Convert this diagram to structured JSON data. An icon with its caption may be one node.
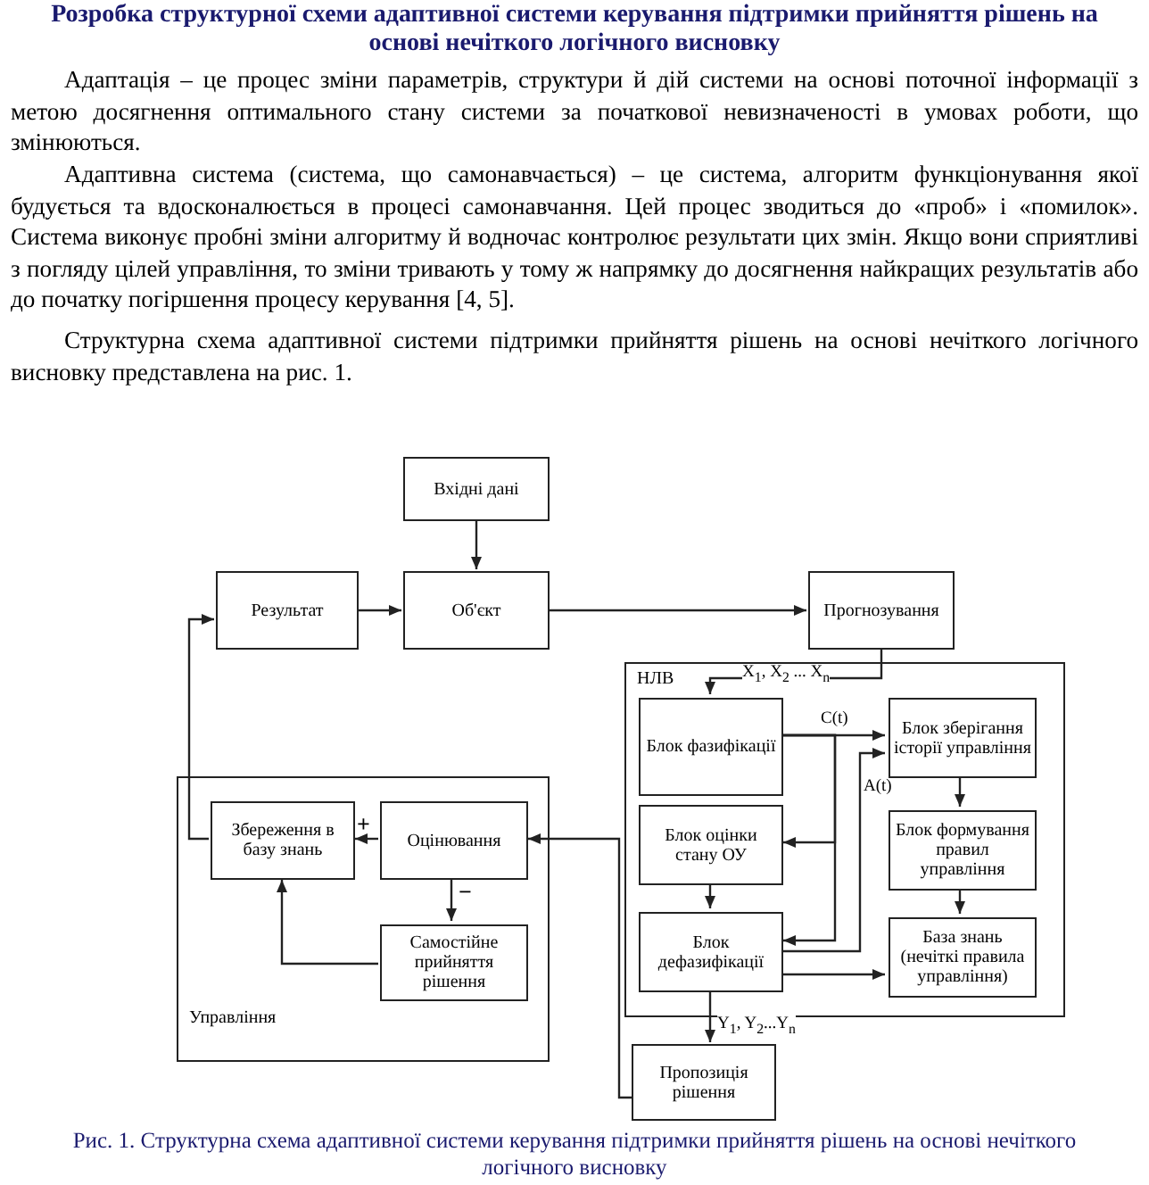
{
  "diagram": {
    "title": "Розробка структурної схеми адаптивної системи керування підтримки прийняття рішень на основі нечіткого логічного висновку",
    "caption": "Рис. 1. Структурна схема адаптивної системи керування підтримки прийняття рішень на основі нечіткого логічного висновку",
    "nodes": [
      {
        "text": [
          "Вхідні дані"
        ]
      },
      {
        "text": [
          "Результат"
        ]
      },
      {
        "text": [
          "Об'єкт"
        ]
      },
      {
        "text": [
          "Прогнозування"
        ]
      },
      {
        "text": [
          "НЛВ"
        ]
      },
      {
        "text": [
          "Блок фазифікації"
        ],
        "in": 4
      },
      {
        "text": [
          "Блок зберігання історії управління"
        ],
        "in": 4
      },
      {
        "text": [
          "Блок оцінки стану ОУ"
        ],
        "in": 4
      },
      {
        "text": [
          "Блок формування правил управління"
        ],
        "in": 4
      },
      {
        "text": [
          "Блок дефазифікації"
        ],
        "in": 4
      },
      {
        "text": [
          "База знань (нечіткі правила управління)"
        ],
        "in": 4
      },
      {
        "text": [
          "Управління"
        ]
      },
      {
        "text": [
          "Збереження в базу знань"
        ],
        "in": 11
      },
      {
        "text": [
          "Оцінювання"
        ],
        "in": 11
      },
      {
        "text": [
          "Самостійне прийняття рішення"
        ],
        "in": 11
      },
      {
        "text": [
          "Пропозиція рішення"
        ]
      }
    ],
    "edges": [
      {
        "from": 0,
        "to": 2,
        "arrow": "to"
      },
      {
        "from": 1,
        "to": 2,
        "arrow": "to"
      },
      {
        "from": 2,
        "to": 3,
        "arrow": "to"
      },
      {
        "from": 3,
        "to": 5,
        "arrow": "to",
        "label": "X$_{1}$, X$_{2}$ ... X$_{n}$"
      },
      {
        "from": 5,
        "to": 6,
        "arrow": "to",
        "label": "C(t)"
      },
      {
        "from": 5,
        "to": 7,
        "arrow": "to"
      },
      {
        "from": 5,
        "to": 9,
        "arrow": "to"
      },
      {
        "from": 9,
        "to": 6,
        "arrow": "to",
        "label": "A(t)"
      },
      {
        "from": 7,
        "to": 9,
        "arrow": "to"
      },
      {
        "from": 6,
        "to": 8,
        "arrow": "to"
      },
      {
        "from": 8,
        "to": 10,
        "arrow": "to"
      },
      {
        "from": 9,
        "to": 10,
        "arrow": "to"
      },
      {
        "from": 9,
        "to": 15,
        "arrow": "to",
        "label": "Y$_{1}$, Y$_{2}$...Y$_{n}$"
      },
      {
        "from": 15,
        "to": 13,
        "arrow": "to"
      },
      {
        "from": 13,
        "to": 12,
        "arrow": "to",
        "label": "+"
      },
      {
        "from": 13,
        "to": 14,
        "arrow": "to",
        "label": "−"
      },
      {
        "from": 14,
        "to": 12,
        "arrow": "to"
      },
      {
        "from": 12,
        "to": 1,
        "arrow": "to"
      }
    ],
    "labels": [
      "Адаптація – це процес зміни параметрів, структури й дій системи на основі поточної інформації з метою досягнення оптимального стану системи за початкової невизначеності в умовах роботи, що змінюються.",
      "Адаптивна система (система, що самонавчається) – це система, алгоритм функціонування якої будується та вдосконалюється в процесі самонавчання. Цей процес зводиться до «проб» і «помилок». Система виконує пробні зміни алгоритму й водночас контролює результати цих змін. Якщо вони сприятливі з погляду цілей управління, то зміни тривають у тому ж напрямку до досягнення найкращих результатів або до початку погіршення процесу керування [4, 5].",
      "Структурна схема адаптивної системи підтримки прийняття рішень на основі нечіткого логічного висновку представлена на рис. 1."
    ]
  }
}
